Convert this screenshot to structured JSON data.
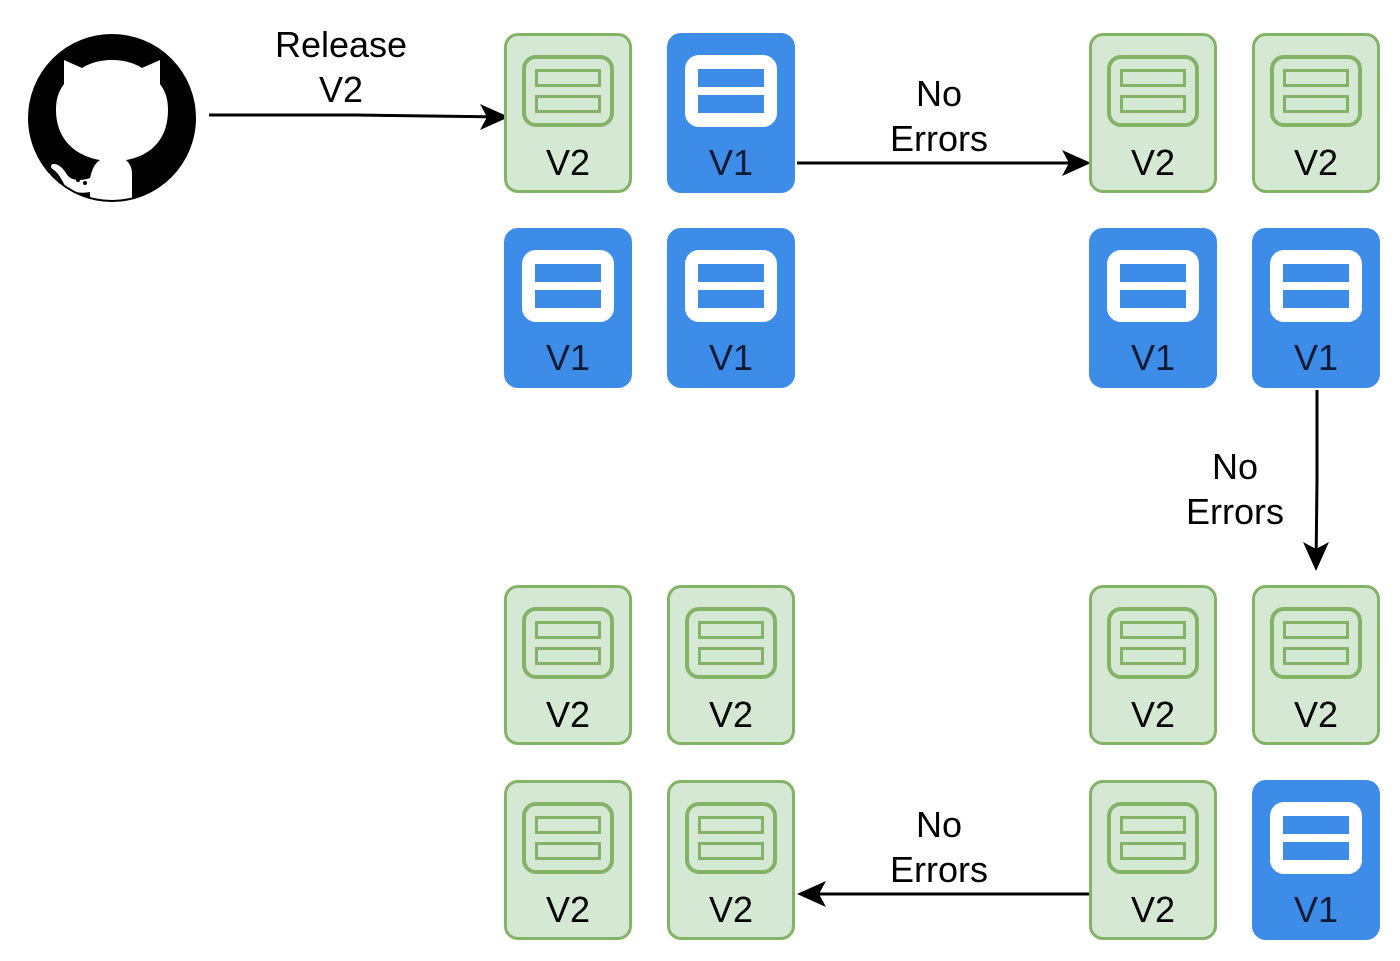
{
  "source": {
    "icon": "github-octocat-icon"
  },
  "edges": [
    {
      "id": "release",
      "label": "Release\nV2"
    },
    {
      "id": "step1",
      "label": "No\nErrors"
    },
    {
      "id": "step2",
      "label": "No\nErrors"
    },
    {
      "id": "step3",
      "label": "No\nErrors"
    }
  ],
  "stages": [
    {
      "id": "stage-1",
      "nodes": [
        "V2",
        "V1",
        "V1",
        "V1"
      ]
    },
    {
      "id": "stage-2",
      "nodes": [
        "V2",
        "V2",
        "V1",
        "V1"
      ]
    },
    {
      "id": "stage-3",
      "nodes": [
        "V2",
        "V2",
        "V2",
        "V1"
      ]
    },
    {
      "id": "stage-4",
      "nodes": [
        "V2",
        "V2",
        "V2",
        "V2"
      ]
    }
  ],
  "colors": {
    "v2_fill": "#d5e8d4",
    "v2_stroke": "#82b366",
    "v1_fill": "#3d8de8",
    "v1_inner": "#ffffff",
    "arrow": "#000000"
  }
}
